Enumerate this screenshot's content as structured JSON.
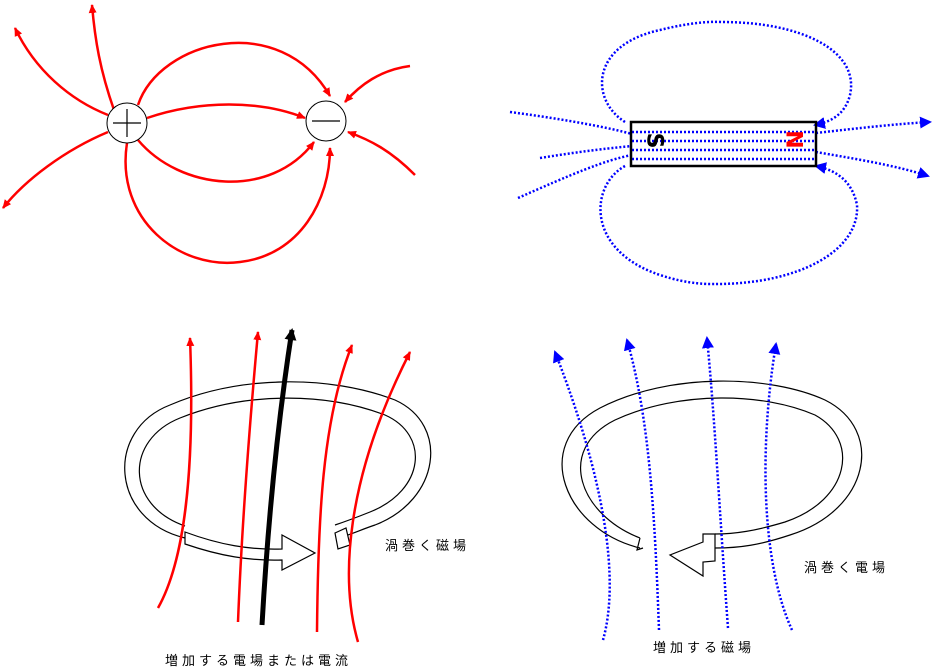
{
  "magnet": {
    "south_label": "S",
    "north_label": "N"
  },
  "charges": {
    "positive": "+",
    "negative": "−"
  },
  "labels": {
    "swirling_magnetic_field": "渦巻く磁場",
    "increasing_electric_field_or_current": "増加する電場または電流",
    "swirling_electric_field": "渦巻く電場",
    "increasing_magnetic_field": "増加する磁場"
  },
  "colors": {
    "electric": "#ff0000",
    "magnetic": "#0000ff",
    "current": "#000000"
  }
}
